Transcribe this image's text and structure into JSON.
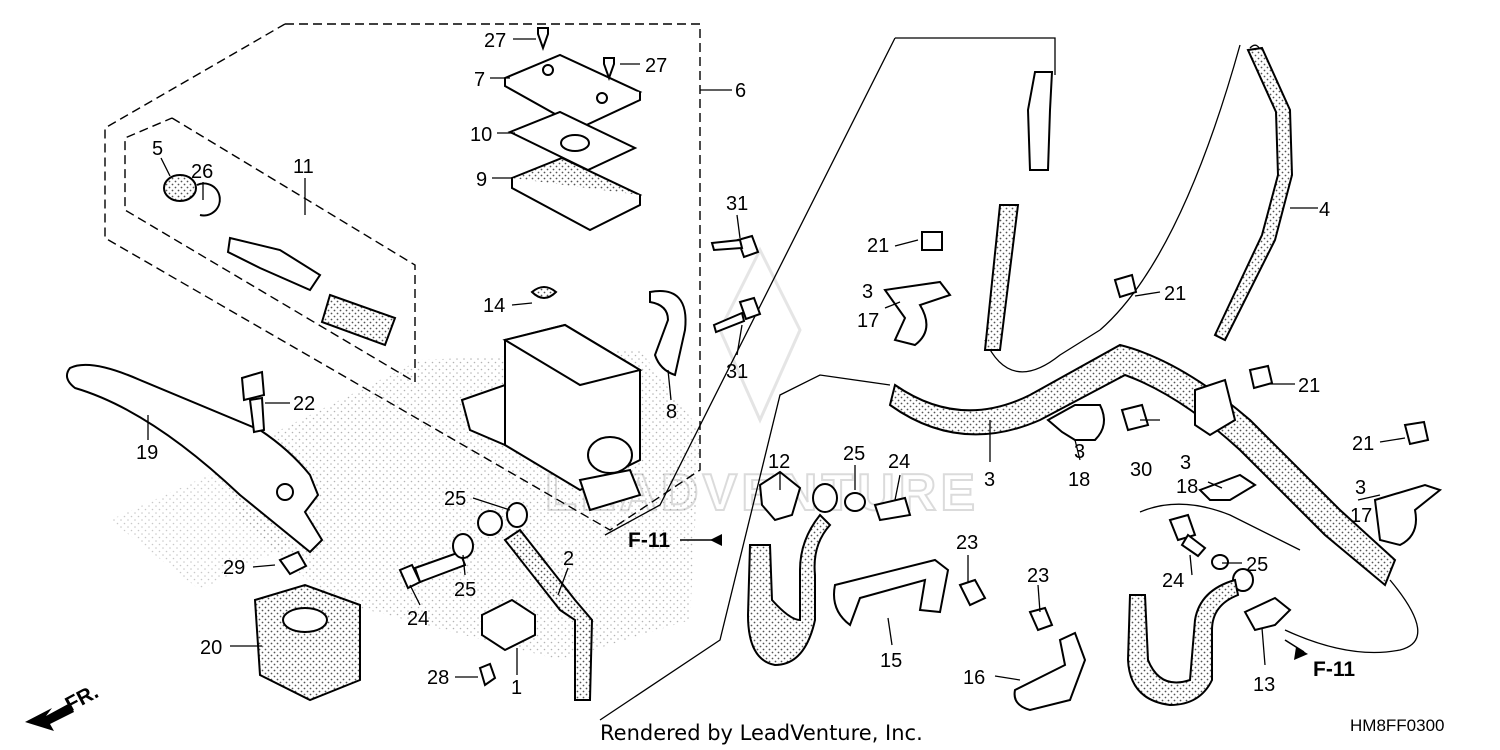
{
  "callouts": [
    {
      "id": "c27a",
      "text": "27"
    },
    {
      "id": "c27b",
      "text": "27"
    },
    {
      "id": "c7",
      "text": "7"
    },
    {
      "id": "c6",
      "text": "6"
    },
    {
      "id": "c10",
      "text": "10"
    },
    {
      "id": "c9",
      "text": "9"
    },
    {
      "id": "c5",
      "text": "5"
    },
    {
      "id": "c26",
      "text": "26"
    },
    {
      "id": "c11",
      "text": "11"
    },
    {
      "id": "c14",
      "text": "14"
    },
    {
      "id": "c8",
      "text": "8"
    },
    {
      "id": "c22",
      "text": "22"
    },
    {
      "id": "c19",
      "text": "19"
    },
    {
      "id": "c29",
      "text": "29"
    },
    {
      "id": "c20",
      "text": "20"
    },
    {
      "id": "c25a",
      "text": "25"
    },
    {
      "id": "c25b",
      "text": "25"
    },
    {
      "id": "c24a",
      "text": "24"
    },
    {
      "id": "c2",
      "text": "2"
    },
    {
      "id": "c28",
      "text": "28"
    },
    {
      "id": "c1",
      "text": "1"
    },
    {
      "id": "c31a",
      "text": "31"
    },
    {
      "id": "c31b",
      "text": "31"
    },
    {
      "id": "c21a",
      "text": "21"
    },
    {
      "id": "c3a",
      "text": "3"
    },
    {
      "id": "c17a",
      "text": "17"
    },
    {
      "id": "c12",
      "text": "12"
    },
    {
      "id": "c25c",
      "text": "25"
    },
    {
      "id": "c24b",
      "text": "24"
    },
    {
      "id": "c3b",
      "text": "3"
    },
    {
      "id": "c3c",
      "text": "3"
    },
    {
      "id": "c18a",
      "text": "18"
    },
    {
      "id": "c30",
      "text": "30"
    },
    {
      "id": "c21b",
      "text": "21"
    },
    {
      "id": "c4",
      "text": "4"
    },
    {
      "id": "c21c",
      "text": "21"
    },
    {
      "id": "c21d",
      "text": "21"
    },
    {
      "id": "c3d",
      "text": "3"
    },
    {
      "id": "c18b",
      "text": "18"
    },
    {
      "id": "c3e",
      "text": "3"
    },
    {
      "id": "c17b",
      "text": "17"
    },
    {
      "id": "c23a",
      "text": "23"
    },
    {
      "id": "c23b",
      "text": "23"
    },
    {
      "id": "c15",
      "text": "15"
    },
    {
      "id": "c16",
      "text": "16"
    },
    {
      "id": "c24c",
      "text": "24"
    },
    {
      "id": "c25d",
      "text": "25"
    },
    {
      "id": "c13",
      "text": "13"
    }
  ],
  "references": {
    "left": "F-11",
    "right": "F-11"
  },
  "direction_marker": "FR.",
  "credit": "Rendered by LeadVenture, Inc.",
  "diagram_code": "HM8FF0300",
  "watermark": "LEADVENTURE"
}
